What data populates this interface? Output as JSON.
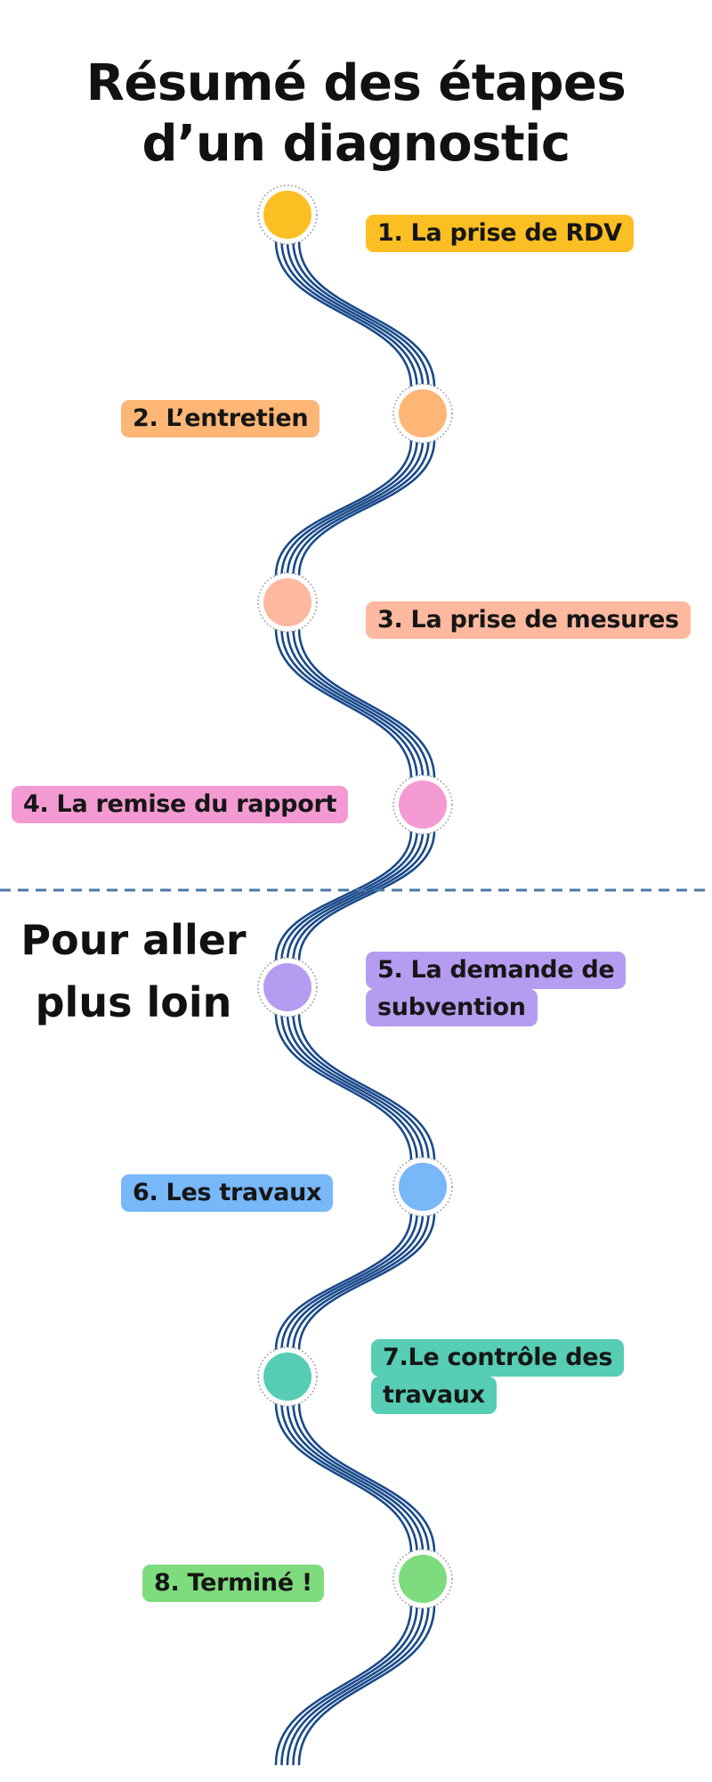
{
  "title": {
    "line1": "Résumé des étapes",
    "line2": "d’un diagnostic"
  },
  "further": {
    "line1": "Pour aller",
    "line2": "plus loin"
  },
  "steps": [
    {
      "lines": [
        "1. La prise de RDV"
      ],
      "color": "#fbbf24"
    },
    {
      "lines": [
        "2. L’entretien"
      ],
      "color": "#fdb676"
    },
    {
      "lines": [
        "3. La prise de mesures"
      ],
      "color": "#fcb9a0"
    },
    {
      "lines": [
        "4. La remise du rapport"
      ],
      "color": "#f49ad2"
    },
    {
      "lines": [
        "5. La demande de",
        "subvention"
      ],
      "color": "#b69cf0"
    },
    {
      "lines": [
        "6. Les travaux"
      ],
      "color": "#78b7f8"
    },
    {
      "lines": [
        "7.Le contrôle des",
        "travaux"
      ],
      "color": "#56cdb4"
    },
    {
      "lines": [
        "8. Terminé !"
      ],
      "color": "#7fdc7e"
    }
  ],
  "road_color": "#1a4a8a",
  "separator_color": "#4a78a8"
}
